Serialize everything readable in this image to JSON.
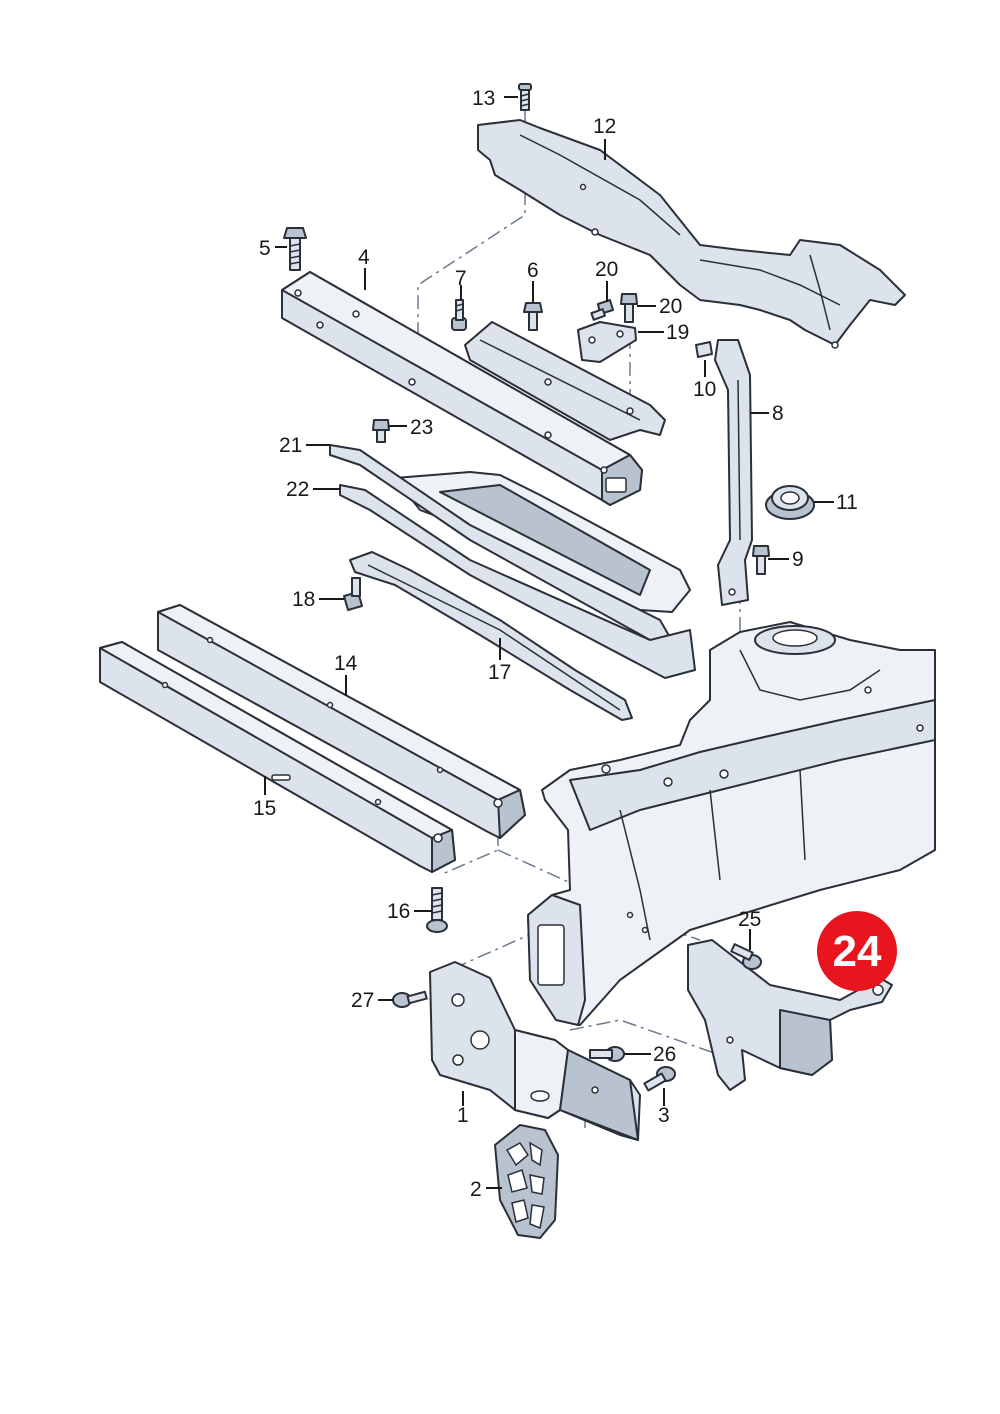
{
  "callouts": {
    "p1": "1",
    "p2": "2",
    "p3": "3",
    "p4": "4",
    "p5": "5",
    "p6": "6",
    "p7": "7",
    "p8": "8",
    "p9": "9",
    "p10": "10",
    "p11": "11",
    "p12": "12",
    "p13": "13",
    "p14": "14",
    "p15": "15",
    "p16": "16",
    "p17": "17",
    "p18": "18",
    "p19": "19",
    "p20a": "20",
    "p20b": "20",
    "p21": "21",
    "p22": "22",
    "p23": "23",
    "p25": "25",
    "p26": "26",
    "p27": "27"
  },
  "badge": {
    "label": "24",
    "color": "#e8141e"
  },
  "colors": {
    "part_fill": "#dde3ec",
    "outline": "#2a2f38",
    "dash_line": "#6b7a90"
  }
}
